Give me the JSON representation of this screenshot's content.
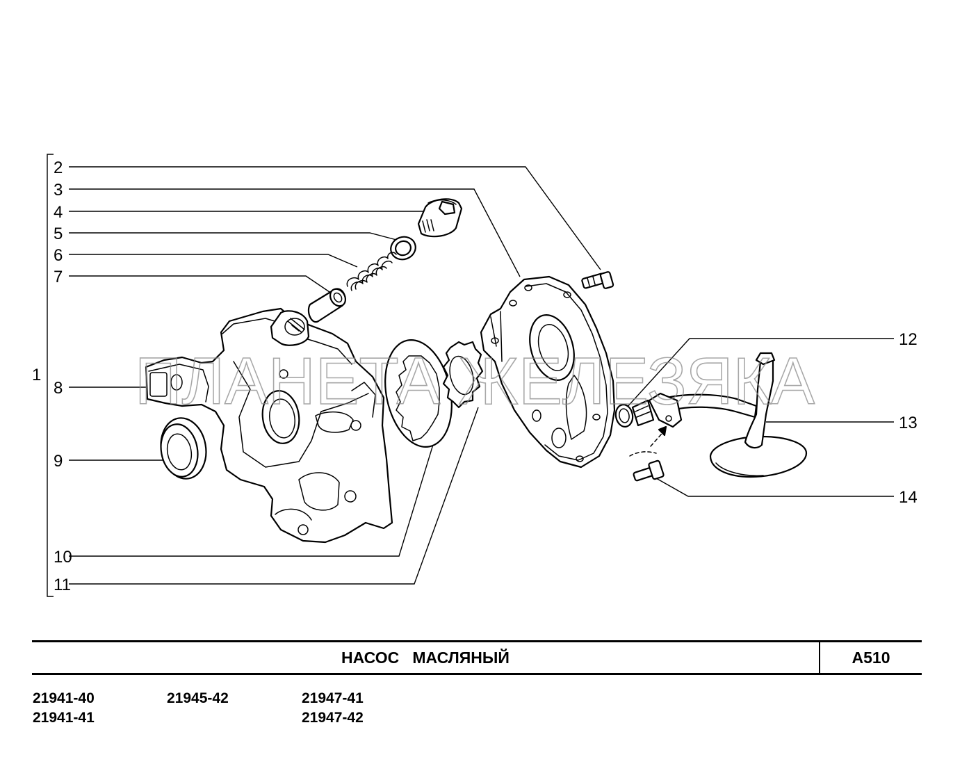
{
  "diagram": {
    "assembly_label": "1",
    "callouts": [
      "2",
      "3",
      "4",
      "5",
      "6",
      "7",
      "8",
      "9",
      "10",
      "11",
      "12",
      "13",
      "14"
    ],
    "watermark": "ПЛАНЕТА ЖЕЛЕЗЯКА"
  },
  "title_block": {
    "title": "НАСОС   МАСЛЯНЫЙ",
    "code": "A510"
  },
  "models": {
    "col1": [
      "21941-40",
      "21941-41"
    ],
    "col2": [
      "21945-42"
    ],
    "col3": [
      "21947-41",
      "21947-42"
    ]
  }
}
